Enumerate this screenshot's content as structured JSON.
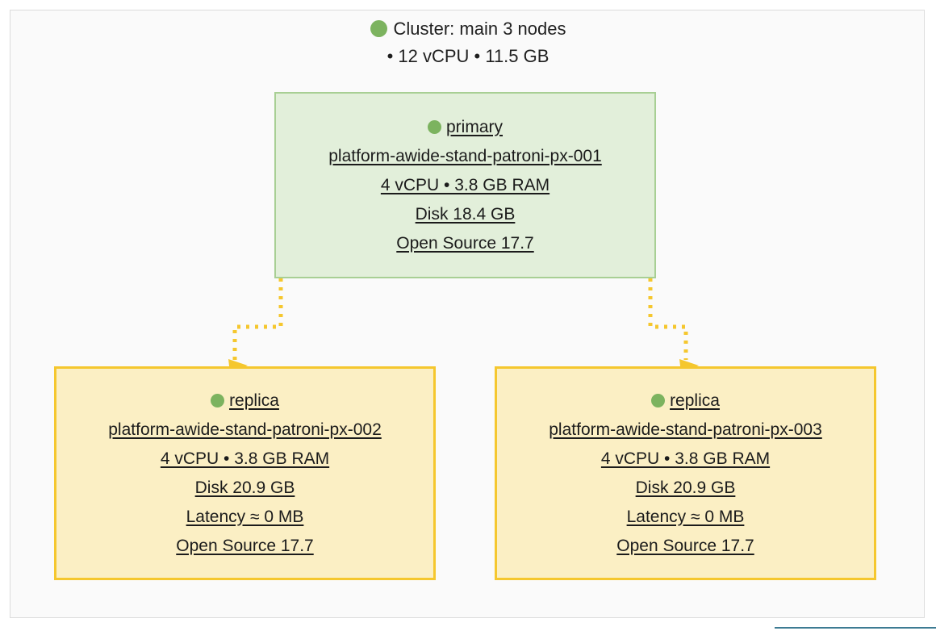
{
  "cluster": {
    "status_icon": "status-dot-green",
    "title": "Cluster: main 3 nodes",
    "subtitle": "• 12 vCPU • 11.5 GB",
    "accent_green": "#7cb35f",
    "primary_fill": "#e2efda",
    "primary_border": "#a8cf94",
    "replica_fill": "#fbefc4",
    "replica_border": "#f5c72e",
    "edge_color": "#f5c72e"
  },
  "nodes": {
    "primary": {
      "status_icon": "status-dot-green",
      "role": "primary",
      "hostname": "platform-awide-stand-patroni-px-001",
      "resources": "4 vCPU • 3.8 GB RAM",
      "disk": "Disk 18.4 GB",
      "version": "Open Source 17.7"
    },
    "replica_left": {
      "status_icon": "status-dot-green",
      "role": "replica",
      "hostname": "platform-awide-stand-patroni-px-002",
      "resources": "4 vCPU • 3.8 GB RAM",
      "disk": "Disk 20.9 GB",
      "latency": "Latency ≈ 0 MB",
      "version": "Open Source 17.7"
    },
    "replica_right": {
      "status_icon": "status-dot-green",
      "role": "replica",
      "hostname": "platform-awide-stand-patroni-px-003",
      "resources": "4 vCPU • 3.8 GB RAM",
      "disk": "Disk 20.9 GB",
      "latency": "Latency ≈ 0 MB",
      "version": "Open Source 17.7"
    }
  }
}
